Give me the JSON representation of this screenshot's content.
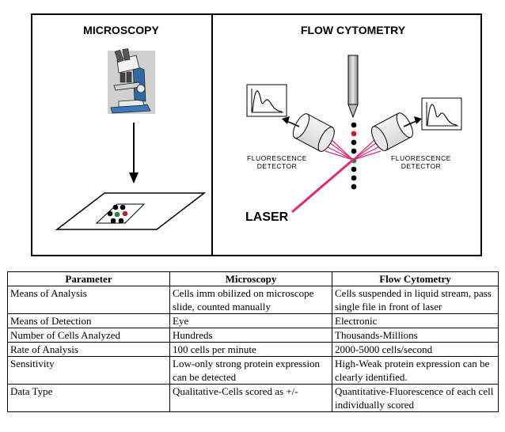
{
  "panels": {
    "left_title": "MICROSCOPY",
    "right_title": "FLOW CYTOMETRY"
  },
  "labels": {
    "detector_left": [
      "FLUORESCENCE",
      "DETECTOR"
    ],
    "detector_right": [
      "FLUORESCENCE",
      "DETECTOR"
    ],
    "laser": "LASER"
  },
  "colors": {
    "laser": "#e0297a",
    "cell_red": "#c0202a",
    "cell_green": "#1f8a3a",
    "cell_black": "#000000",
    "microscope_blue": "#3a7ab8"
  },
  "icons": [
    "microscope-icon",
    "histogram-icon",
    "fluorescence-detector-icon",
    "needle-nozzle-icon"
  ],
  "table": {
    "headers": [
      "Parameter",
      "Microscopy",
      "Flow Cytometry"
    ],
    "rows": [
      [
        "Means of Analysis",
        "Cells imm obilized on microscope slide, counted manually",
        "Cells suspended in liquid stream, pass single file in front of laser"
      ],
      [
        "Means of Detection",
        "Eye",
        "Electronic"
      ],
      [
        "Number of Cells Analyzed",
        "Hundreds",
        "Thousands-Millions"
      ],
      [
        "Rate of Analysis",
        "100 cells per minute",
        "2000-5000 cells/second"
      ],
      [
        "Sensitivity",
        "Low-only strong protein expression can be detected",
        "High-Weak protein expression can be clearly identified."
      ],
      [
        "Data Type",
        "Qualitative-Cells scored as +/-",
        "Quantitative-Fluorescence of each cell individually scored"
      ]
    ]
  }
}
